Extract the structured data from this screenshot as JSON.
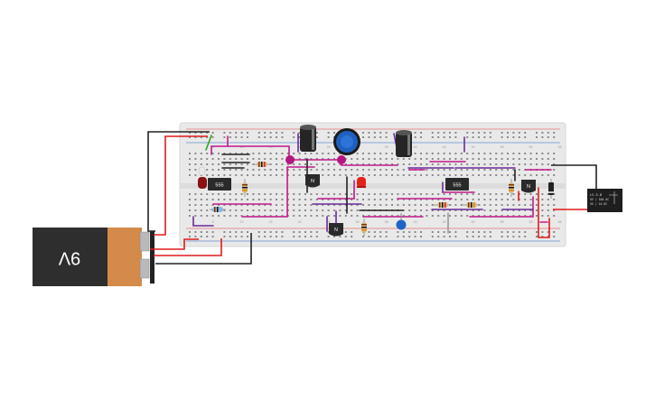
{
  "battery": {
    "label": "9V"
  },
  "ics": [
    {
      "label": "555"
    },
    {
      "label": "555"
    }
  ],
  "transistors": [
    {
      "label": "N"
    },
    {
      "label": "N"
    },
    {
      "label": "N"
    }
  ],
  "relay": {
    "line1": "LS-5-B",
    "line2": "5V / 10A AC",
    "line3": "5V / 1A DC"
  },
  "breadboard": {
    "column_numbers": [
      "5",
      "10",
      "15",
      "20",
      "25",
      "30",
      "35",
      "40",
      "45",
      "50",
      "55",
      "60",
      "65"
    ]
  },
  "colors": {
    "board": "#e9e9e9",
    "wire_magenta": "#c2188c",
    "wire_purple": "#6a2b9a",
    "wire_red": "#e01b1b",
    "wire_black": "#222222",
    "wire_green": "#2aa52a",
    "battery_body": "#2e2e2e",
    "battery_top": "#d48a4a",
    "led_red": "#e2231a",
    "pot_blue": "#1f5fbf",
    "cap_blue": "#1f63c4"
  }
}
